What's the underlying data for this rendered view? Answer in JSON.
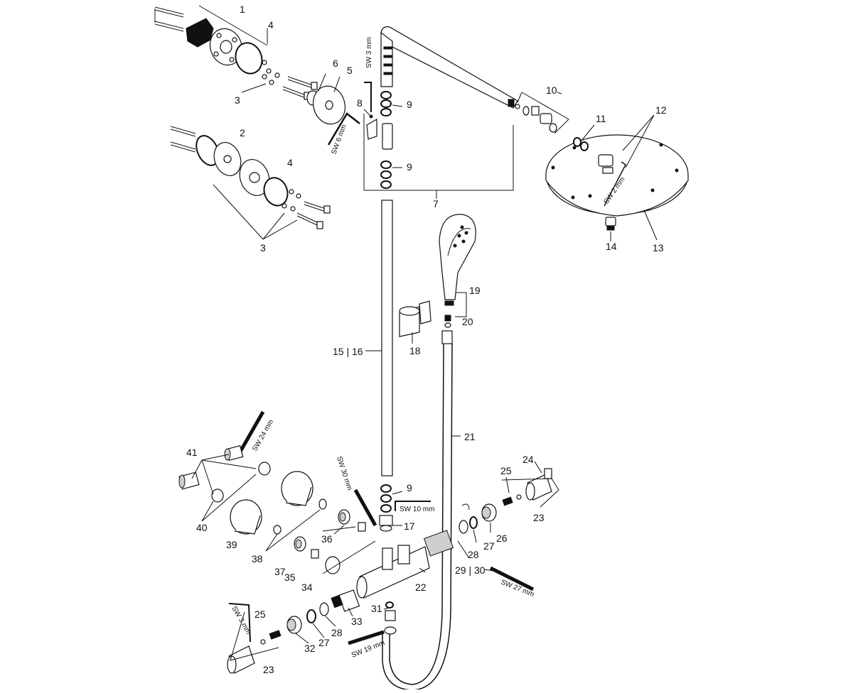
{
  "labels": {
    "p1": "1",
    "p2": "2",
    "p3a": "3",
    "p3b": "3",
    "p4a": "4",
    "p4b": "4",
    "p5": "5",
    "p6": "6",
    "p7": "7",
    "p8": "8",
    "p9a": "9",
    "p9b": "9",
    "p9c": "9",
    "p10": "10",
    "p11": "11",
    "p12": "12",
    "p13": "13",
    "p14": "14",
    "p1516": "15 | 16",
    "p17": "17",
    "p18": "18",
    "p19": "19",
    "p20": "20",
    "p21": "21",
    "p22": "22",
    "p23a": "23",
    "p23b": "23",
    "p24": "24",
    "p25a": "25",
    "p25b": "25",
    "p26": "26",
    "p27a": "27",
    "p27b": "27",
    "p28a": "28",
    "p28b": "28",
    "p2930": "29 | 30",
    "p31": "31",
    "p32": "32",
    "p33": "33",
    "p34": "34",
    "p35": "35",
    "p36": "36",
    "p37": "37",
    "p38": "38",
    "p39": "39",
    "p40": "40",
    "p41": "41"
  },
  "tools": {
    "sw3a": "SW 3 mm",
    "sw6": "SW 6 mm",
    "sw2": "SW 2 mm",
    "sw24": "SW 24 mm",
    "sw30": "SW 30 mm",
    "sw10": "SW 10 mm",
    "sw27": "SW 27 mm",
    "sw3b": "SW 3 mm",
    "sw19": "SW 19 mm"
  }
}
